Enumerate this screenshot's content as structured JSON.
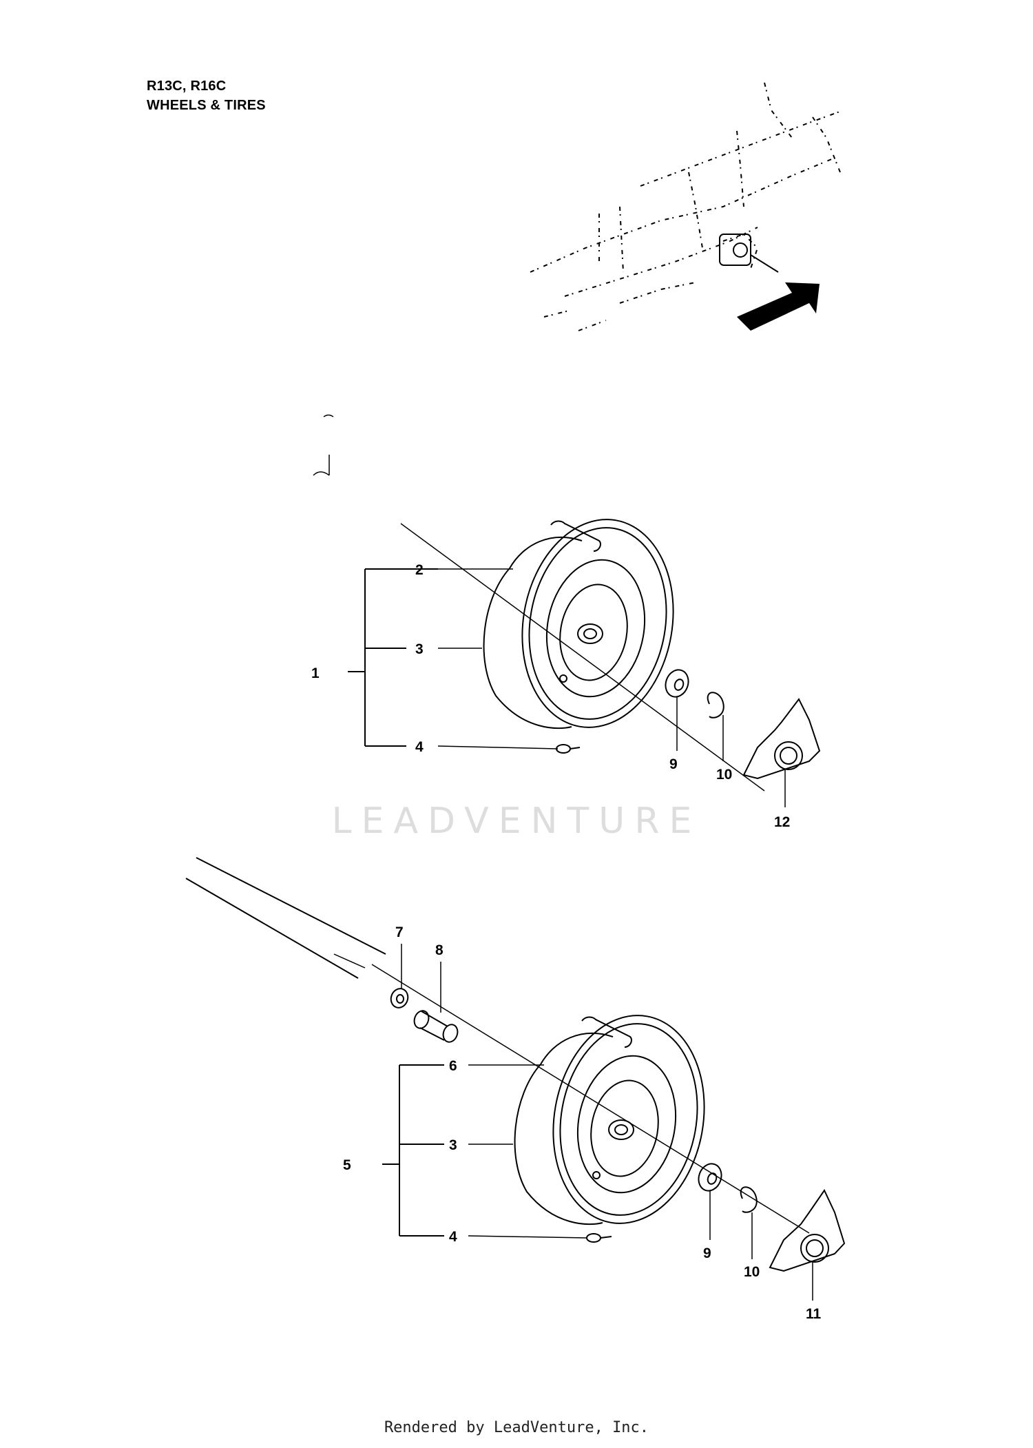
{
  "header": {
    "models": "R13C, R16C",
    "section": "WHEELS & TIRES"
  },
  "callouts": {
    "c1": "1",
    "c2": "2",
    "c3a": "3",
    "c4a": "4",
    "c9a": "9",
    "c10a": "10",
    "c12": "12",
    "c7": "7",
    "c8": "8",
    "c5": "5",
    "c6": "6",
    "c3b": "3",
    "c4b": "4",
    "c9b": "9",
    "c10b": "10",
    "c11": "11"
  },
  "watermark": "LEADVENTURE",
  "footer": "Rendered by LeadVenture, Inc.",
  "icons": {
    "orientation": "direction-arrow-icon",
    "overview": "tractor-frame-overview"
  }
}
